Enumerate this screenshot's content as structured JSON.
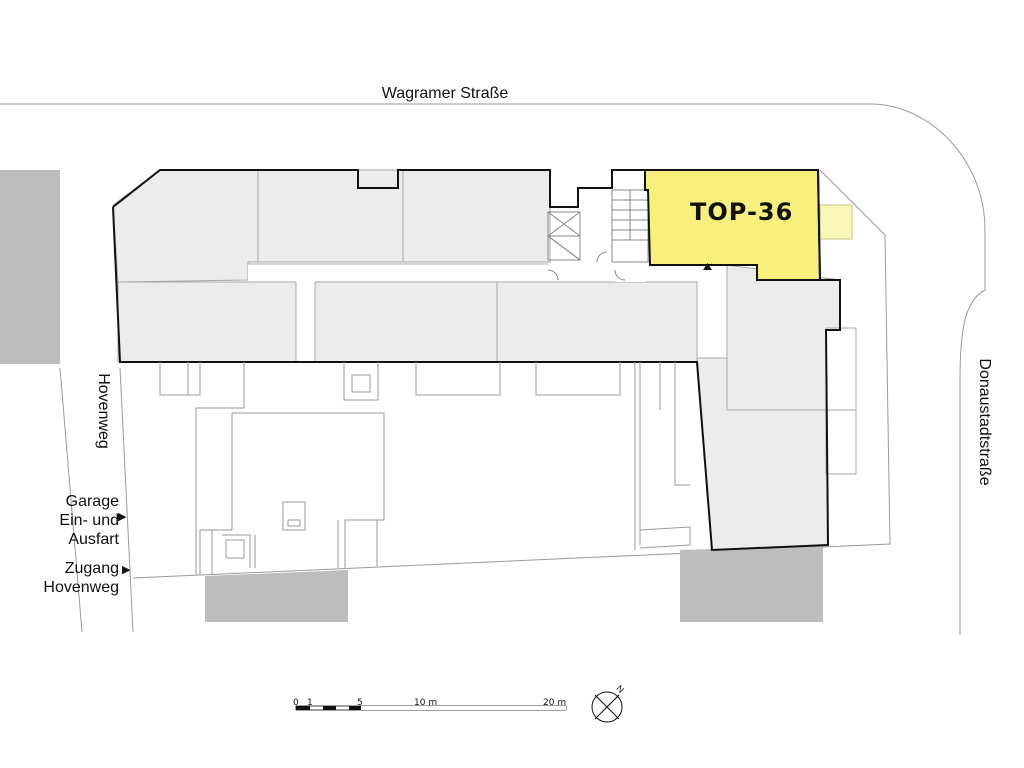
{
  "streets": {
    "north": "Wagramer Straße",
    "west": "Hovenweg",
    "east": "Donaustadtstraße"
  },
  "entrances": {
    "garage": [
      "Garage",
      "Ein- und",
      "Ausfart"
    ],
    "access": [
      "Zugang",
      "Hovenweg"
    ]
  },
  "unit": {
    "label": "TOP-36",
    "highlight_color": "#f7f07a"
  },
  "scale_bar": {
    "ticks": [
      "0",
      "1",
      "5",
      "10 m",
      "20 m"
    ]
  },
  "compass": {
    "north_label": "N"
  },
  "colors": {
    "building_fill": "#ececec",
    "outline": "#111111",
    "thin_line": "#8a8a8a",
    "neighbor_fill": "#bdbdbd"
  }
}
